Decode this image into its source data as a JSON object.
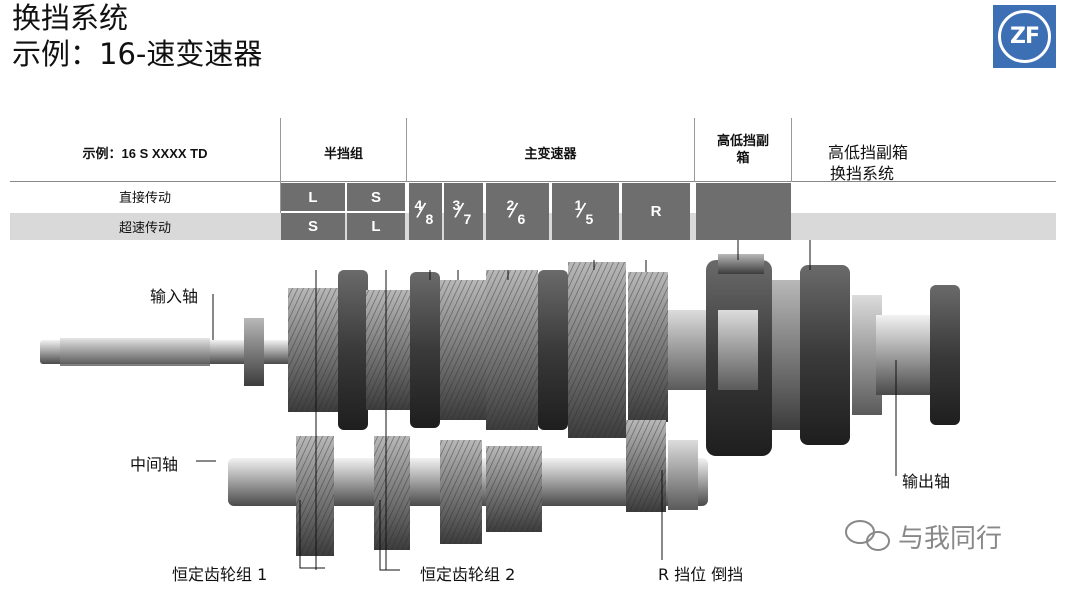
{
  "header": {
    "title_line1": "换挡系统",
    "title_line2": "示例：16-速变速器"
  },
  "logo": {
    "text": "ZF",
    "color": "#3d6fb5"
  },
  "table": {
    "example_label": "示例：16 S XXXX TD",
    "col_split": "半挡组",
    "col_main": "主变速器",
    "col_range": "高低挡副箱",
    "range_shift_label_line1": "高低挡副箱",
    "range_shift_label_line2": "换挡系统",
    "row_direct": "直接传动",
    "row_overdrive": "超速传动",
    "split_top": [
      "L",
      "S"
    ],
    "split_bottom": [
      "S",
      "L"
    ],
    "main_gears": [
      {
        "num": "4",
        "den": "8"
      },
      {
        "num": "3",
        "den": "7"
      },
      {
        "num": "2",
        "den": "6"
      },
      {
        "num": "1",
        "den": "5"
      }
    ],
    "reverse": "R"
  },
  "labels": {
    "input_shaft": "输入轴",
    "countershaft": "中间轴",
    "output_shaft": "输出轴",
    "constant_gear_1": "恒定齿轮组 1",
    "constant_gear_2": "恒定齿轮组 2",
    "reverse_gear": "R 挡位 倒挡"
  },
  "watermark": {
    "text": "与我同行",
    "icon": "wechat-icon"
  },
  "colors": {
    "cell_dark": "#6e6e6e",
    "row_gray": "#d9d9d9",
    "logo_blue": "#3d6fb5"
  }
}
